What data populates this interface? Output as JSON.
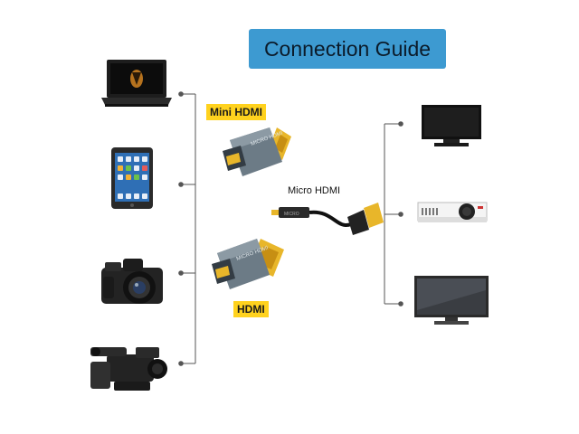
{
  "title": "Connection Guide",
  "labels": {
    "mini_hdmi": "Mini HDMI",
    "micro_hdmi": "Micro HDMI",
    "hdmi": "HDMI",
    "adapter_mini_text": "MICRO HDMI",
    "adapter_hdmi_text": "MICRO HDMI",
    "cable_text": "MICRO"
  },
  "colors": {
    "title_bg": "#3d9ad1",
    "label_bg": "#ffd21e",
    "gold_connector": "#e8b62a",
    "adapter_body": "#6c7b86"
  },
  "sources": [
    "laptop-icon",
    "tablet-icon",
    "camera-icon",
    "camcorder-icon"
  ],
  "displays": [
    "tv-icon",
    "projector-icon",
    "monitor-icon"
  ]
}
